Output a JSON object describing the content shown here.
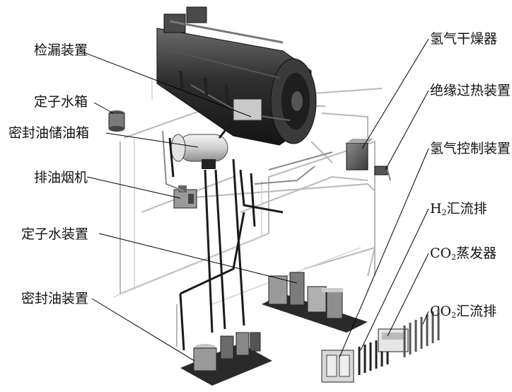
{
  "labels": {
    "leak_detector": "检漏装置",
    "stator_tank": "定子水箱",
    "seal_oil_storage": "密封油储油箱",
    "oil_fume_exhauster": "排油烟机",
    "stator_water_unit": "定子水装置",
    "seal_oil_unit": "密封油装置",
    "hydrogen_dryer": "氢气干燥器",
    "insulation_overheat": "绝缘过热装置",
    "hydrogen_control": "氢气控制装置",
    "h2_manifold": {
      "pre": "H",
      "sub": "2",
      "post": "汇流排"
    },
    "co2_evaporator": {
      "pre": "CO",
      "sub": "2",
      "post": "蒸发器"
    },
    "co2_manifold": {
      "pre": "CO",
      "sub": "2",
      "post": "汇流排"
    }
  },
  "colors": {
    "generator": "#2b2b2b",
    "pipe_dark": "#1a1a1a",
    "pipe_light": "#bdbdbd",
    "frame": "#9a9a9a",
    "leader": "#000000"
  }
}
